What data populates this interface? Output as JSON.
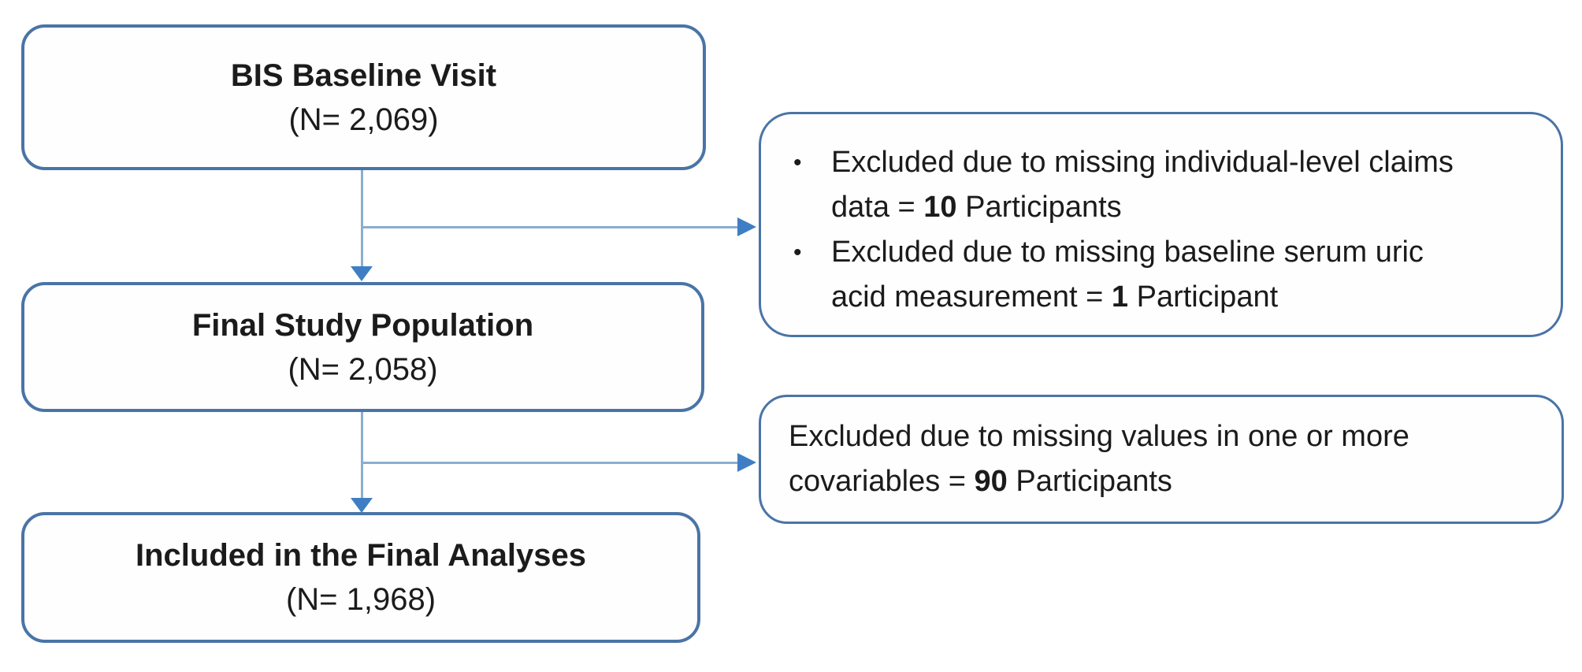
{
  "figure": {
    "background": "#ffffff",
    "colors": {
      "box_border": "#4a74a6",
      "text": "#1b1b1b",
      "arrow_line": "#8badd1",
      "arrow_head": "#3f7ec4"
    },
    "main_boxes": [
      {
        "title": "BIS Baseline Visit",
        "subtitle": "(N= 2,069)"
      },
      {
        "title": "Final Study Population",
        "subtitle": "(N= 2,058)"
      },
      {
        "title": "Included in the Final Analyses",
        "subtitle": "(N= 1,968)"
      }
    ],
    "exclusion_box_1": {
      "bullet": "•",
      "items": [
        {
          "line1": "Excluded due to missing individual-level claims",
          "line2_pre": "data = ",
          "count": "10",
          "line2_post": " Participants"
        },
        {
          "line1": "Excluded due to missing baseline serum uric",
          "line2_pre": "acid measurement = ",
          "count": "1",
          "line2_post": " Participant"
        }
      ]
    },
    "exclusion_box_2": {
      "line1": "Excluded due to missing values in one or more",
      "line2_pre": "covariables = ",
      "count": "90",
      "line2_post": " Participants"
    }
  }
}
